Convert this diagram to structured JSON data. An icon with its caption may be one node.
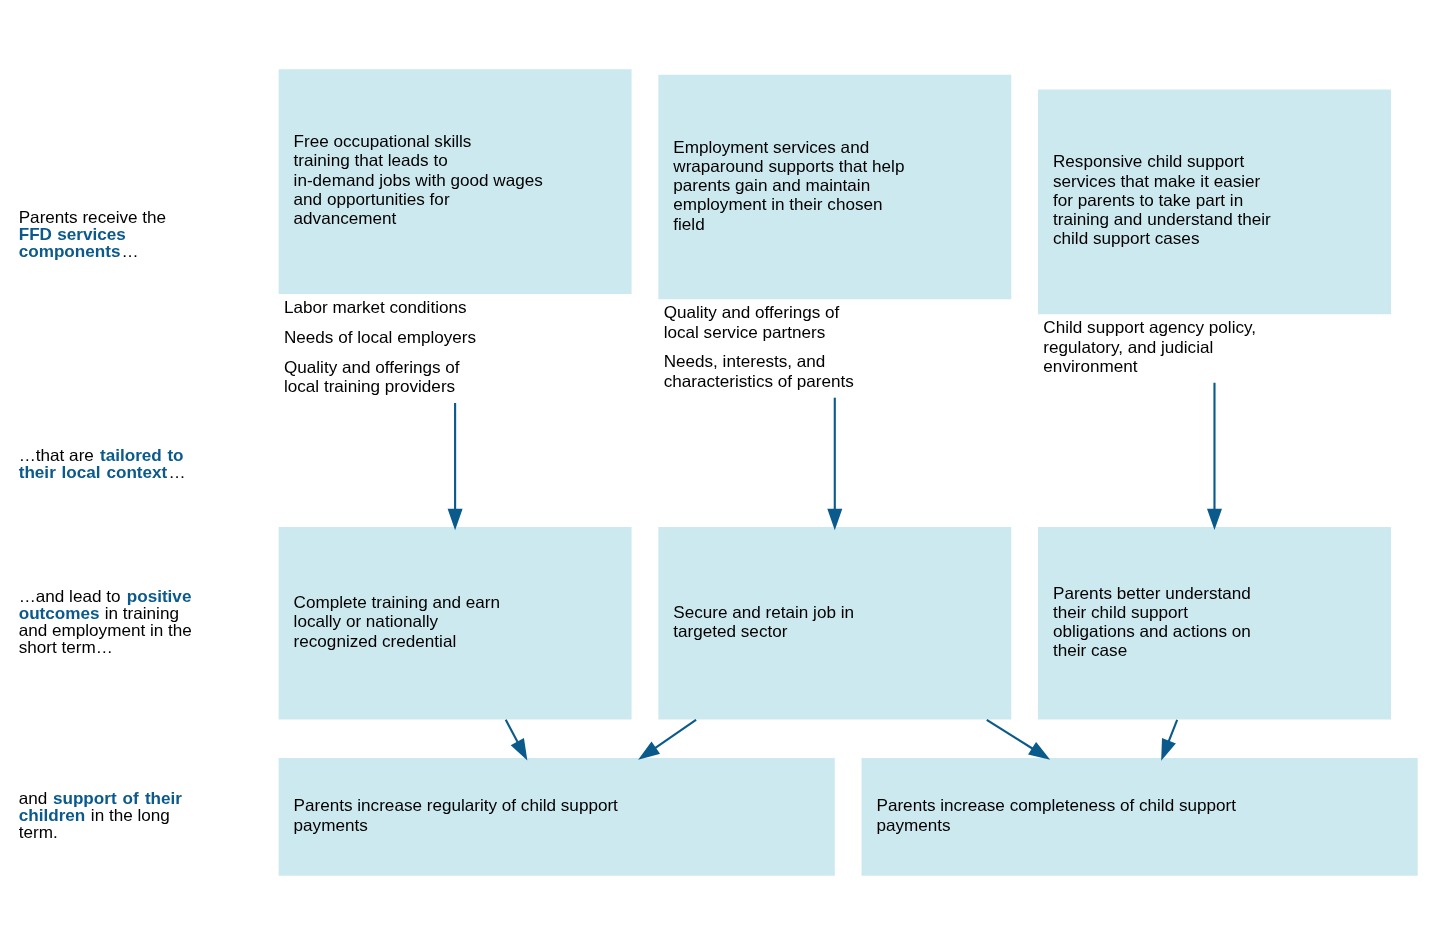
{
  "diagram": {
    "nodes": [
      {
        "text": [
          "Free occupational skills training that leads to in-demand jobs with good wages and opportunities for advancement"
        ],
        "beside": [
          "Labor market conditions",
          "Needs of local employers",
          "Quality and offerings of local training providers"
        ]
      },
      {
        "text": [
          "Employment services and wraparound supports that help parents gain and maintain employment in their chosen field"
        ],
        "beside": [
          "Quality and offerings of local service partners",
          "Needs, interests, and characteristics of parents"
        ]
      },
      {
        "text": [
          "Responsive child support services that make it easier for parents to take part in training and understand their child support cases"
        ],
        "beside": [
          "Child support agency policy, regulatory, and judicial environment"
        ]
      },
      {
        "text": [
          "Complete training and earn locally or nationally recognized credential"
        ]
      },
      {
        "text": [
          "Secure and retain job in targeted sector"
        ]
      },
      {
        "text": [
          "Parents better understand their child support obligations and actions on their case"
        ]
      },
      {
        "text": [
          "Parents increase regularity of child support payments"
        ]
      },
      {
        "text": [
          "Parents increase completeness of child support payments"
        ]
      }
    ],
    "edges": [
      {
        "from": 0,
        "to": 3,
        "arrow": "to"
      },
      {
        "from": 1,
        "to": 4,
        "arrow": "to"
      },
      {
        "from": 2,
        "to": 5,
        "arrow": "to"
      },
      {
        "from": 3,
        "to": 6,
        "arrow": "to"
      },
      {
        "from": 4,
        "to": 6,
        "arrow": "to"
      },
      {
        "from": 4,
        "to": 7,
        "arrow": "to"
      },
      {
        "from": 5,
        "to": 7,
        "arrow": "to"
      }
    ],
    "labels": [
      "Parents receive the **FFD services components**…",
      "…that are **tailored to their local context**…",
      "…and lead to **positive outcomes** in training and employment in the short term…",
      "and **support of their children** in the long term."
    ]
  }
}
